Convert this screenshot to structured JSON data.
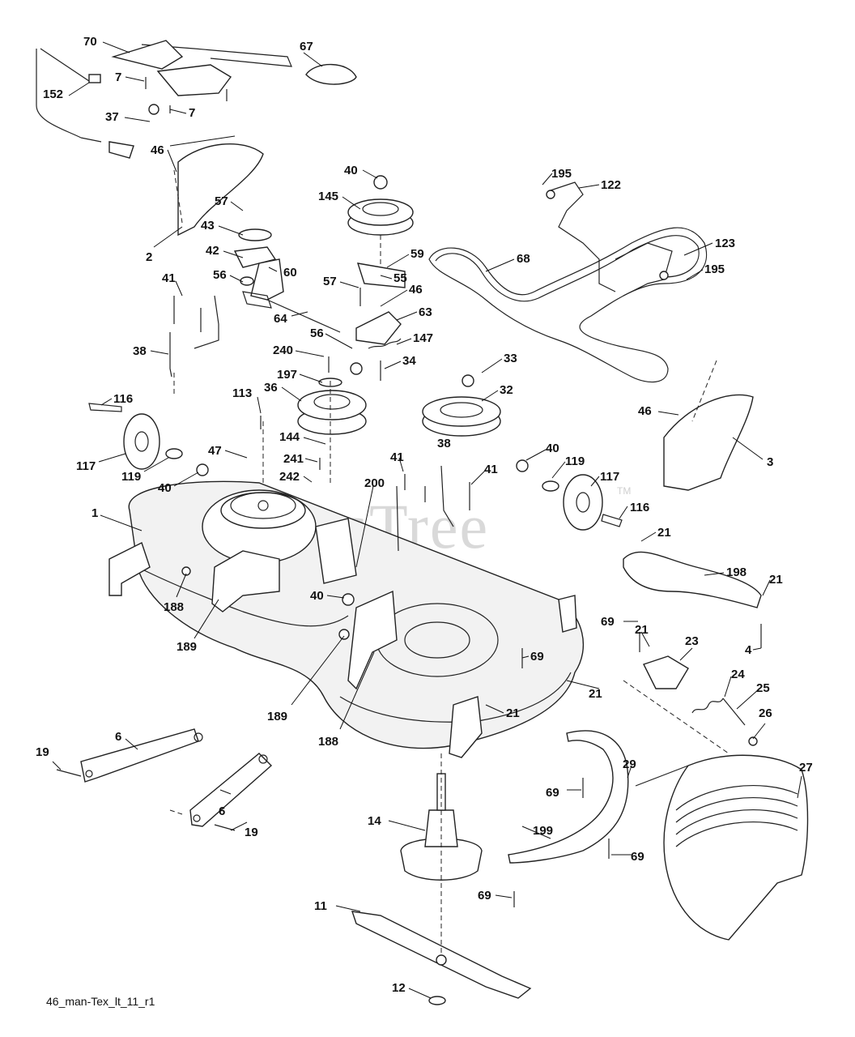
{
  "diagram": {
    "code": "46_man-Tex_lt_11_r1",
    "watermark": "PartsTree",
    "trademark": "TM"
  },
  "callouts": [
    "70",
    "67",
    "7",
    "7",
    "152",
    "37",
    "7",
    "46",
    "2",
    "57",
    "43",
    "42",
    "60",
    "56",
    "64",
    "41",
    "38",
    "40",
    "145",
    "59",
    "55",
    "57",
    "46",
    "63",
    "147",
    "56",
    "240",
    "197",
    "36",
    "34",
    "113",
    "47",
    "144",
    "116",
    "117",
    "119",
    "40",
    "241",
    "242",
    "195",
    "122",
    "68",
    "123",
    "195",
    "33",
    "32",
    "46",
    "3",
    "41",
    "38",
    "41",
    "40",
    "119",
    "117",
    "116",
    "1",
    "200",
    "21",
    "198",
    "21",
    "188",
    "189",
    "40",
    "69",
    "69",
    "4",
    "21",
    "23",
    "189",
    "188",
    "21",
    "21",
    "24",
    "25",
    "26",
    "6",
    "19",
    "6",
    "19",
    "29",
    "27",
    "69",
    "14",
    "199",
    "69",
    "69",
    "11",
    "12"
  ]
}
